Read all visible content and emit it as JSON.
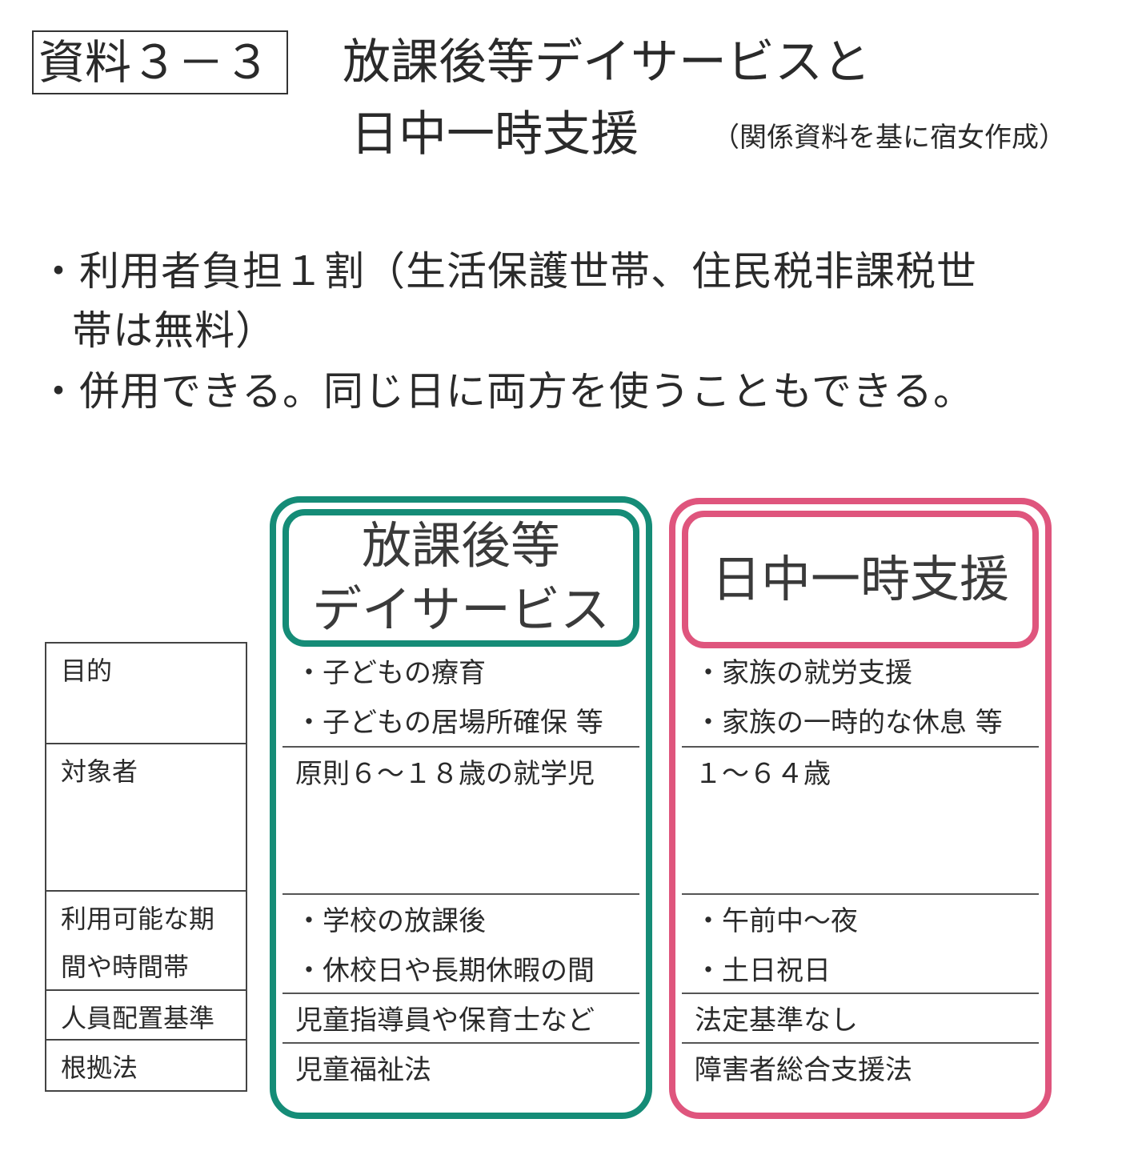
{
  "header": {
    "label": "資料３－３",
    "title_line1": "放課後等デイサービスと",
    "title_line2": "日中一時支援",
    "source": "（関係資料を基に宿女作成）"
  },
  "bullets": {
    "b1_line1": "・利用者負担１割（生活保護世帯、住民税非課税世",
    "b1_line2": "帯は無料）",
    "b2": "・併用できる。同じ日に両方を使うこともできる。"
  },
  "table": {
    "row_labels": [
      [
        "目的"
      ],
      [
        "対象者"
      ],
      [
        "利用可能な期",
        "間や時間帯"
      ],
      [
        "人員配置基準"
      ],
      [
        "根拠法"
      ]
    ],
    "after_school": {
      "header_line1": "放課後等",
      "header_line2": "デイサービス",
      "purpose": [
        "・子どもの療育",
        "・子どもの居場所確保 等"
      ],
      "target": "原則６～１８歳の就学児",
      "hours": [
        "・学校の放課後",
        "・休校日や長期休暇の間"
      ],
      "staffing": "児童指導員や保育士など",
      "law": "児童福祉法"
    },
    "day_support": {
      "header": "日中一時支援",
      "purpose": [
        "・家族の就労支援",
        "・家族の一時的な休息 等"
      ],
      "target": "１～６４歳",
      "hours": [
        "・午前中～夜",
        "・土日祝日"
      ],
      "staffing": "法定基準なし",
      "law": "障害者総合支援法"
    }
  },
  "colors": {
    "green": "#158c77",
    "pink": "#df557d"
  }
}
